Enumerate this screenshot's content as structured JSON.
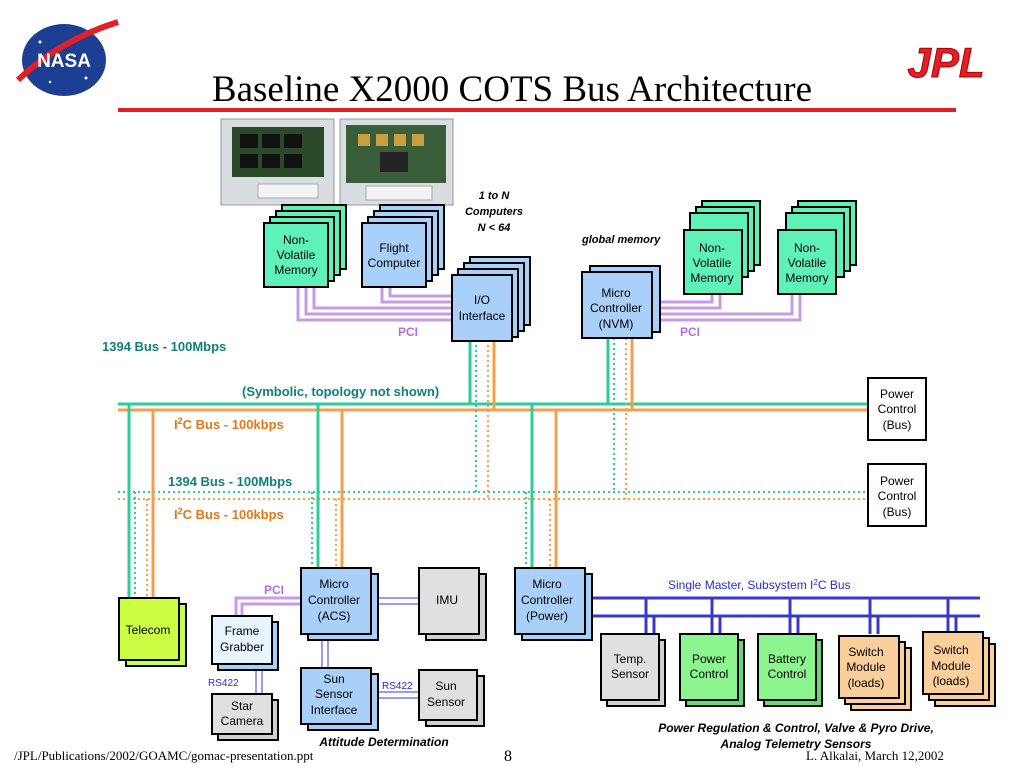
{
  "slide": {
    "title": "Baseline X2000 COTS Bus Architecture",
    "footer_left": "/JPL/Publications/2002/GOAMC/gomac-presentation.ppt",
    "page_number": "8",
    "footer_right": "L. Alkalai, March 12,2002"
  },
  "logos": {
    "nasa": "NASA",
    "jpl": "JPL"
  },
  "colors": {
    "title_rule": "#e41e26",
    "bus_1394": "#2ecc9a",
    "bus_i2c": "#f4a04a",
    "pci": "#c89be8",
    "subsystem_i2c": "#3939c8",
    "text_teal": "#11807a",
    "text_orange": "#e07818",
    "text_purple": "#b070e0",
    "text_blue": "#2b2bd0",
    "green_box": "#5ff2b8",
    "blue_box": "#a9d0f8",
    "gray_box": "#e0e0e0",
    "lime_box": "#ccff44",
    "light_green_box": "#8cf590",
    "peach_box": "#fbcf9c"
  },
  "labels": {
    "n_computers": [
      "1 to N",
      "Computers",
      "N < 64"
    ],
    "global_memory": "global memory",
    "pci_left": "PCI",
    "pci_right": "PCI",
    "pci_lower": "PCI",
    "bus_1394_top": "1394 Bus - 100Mbps",
    "symbolic": "(Symbolic, topology not shown)",
    "i2c_top_prefix": "I",
    "i2c_top_sup": "2",
    "i2c_top_suffix": "C Bus - 100kbps",
    "bus_1394_mid": "1394 Bus - 100Mbps",
    "i2c_mid_prefix": "I",
    "i2c_mid_sup": "2",
    "i2c_mid_suffix": "C Bus - 100kbps",
    "single_master_prefix": "Single Master, Subsystem I",
    "single_master_sup": "2",
    "single_master_suffix": "C Bus",
    "rs422_a": "RS422",
    "rs422_b": "RS422",
    "attitude": "Attitude Determination",
    "power_reg": [
      "Power Regulation & Control, Valve & Pyro Drive,",
      "Analog Telemetry Sensors"
    ]
  },
  "boxes": {
    "nvm_left": [
      "Non-",
      "Volatile",
      "Memory"
    ],
    "flight_computer": [
      "Flight",
      "Computer"
    ],
    "io_interface": [
      "I/O",
      "Interface"
    ],
    "mc_nvm": [
      "Micro",
      "Controller",
      "(NVM)"
    ],
    "nvm_mid": [
      "Non-",
      "Volatile",
      "Memory"
    ],
    "nvm_right": [
      "Non-",
      "Volatile",
      "Memory"
    ],
    "power_control_bus_1": [
      "Power",
      "Control",
      "(Bus)"
    ],
    "power_control_bus_2": [
      "Power",
      "Control",
      "(Bus)"
    ],
    "telecom": [
      "Telecom"
    ],
    "frame_grabber": [
      "Frame",
      "Grabber"
    ],
    "star_camera": [
      "Star",
      "Camera"
    ],
    "mc_acs": [
      "Micro",
      "Controller",
      "(ACS)"
    ],
    "imu": [
      "IMU"
    ],
    "sun_sensor_interface": [
      "Sun",
      "Sensor",
      "Interface"
    ],
    "sun_sensor": [
      "Sun",
      "Sensor"
    ],
    "mc_power": [
      "Micro",
      "Controller",
      "(Power)"
    ],
    "temp_sensor": [
      "Temp.",
      "Sensor"
    ],
    "power_control": [
      "Power",
      "Control"
    ],
    "battery_control": [
      "Battery",
      "Control"
    ],
    "switch_module_1": [
      "Switch",
      "Module",
      "(loads)"
    ],
    "switch_module_2": [
      "Switch",
      "Module",
      "(loads)"
    ]
  }
}
